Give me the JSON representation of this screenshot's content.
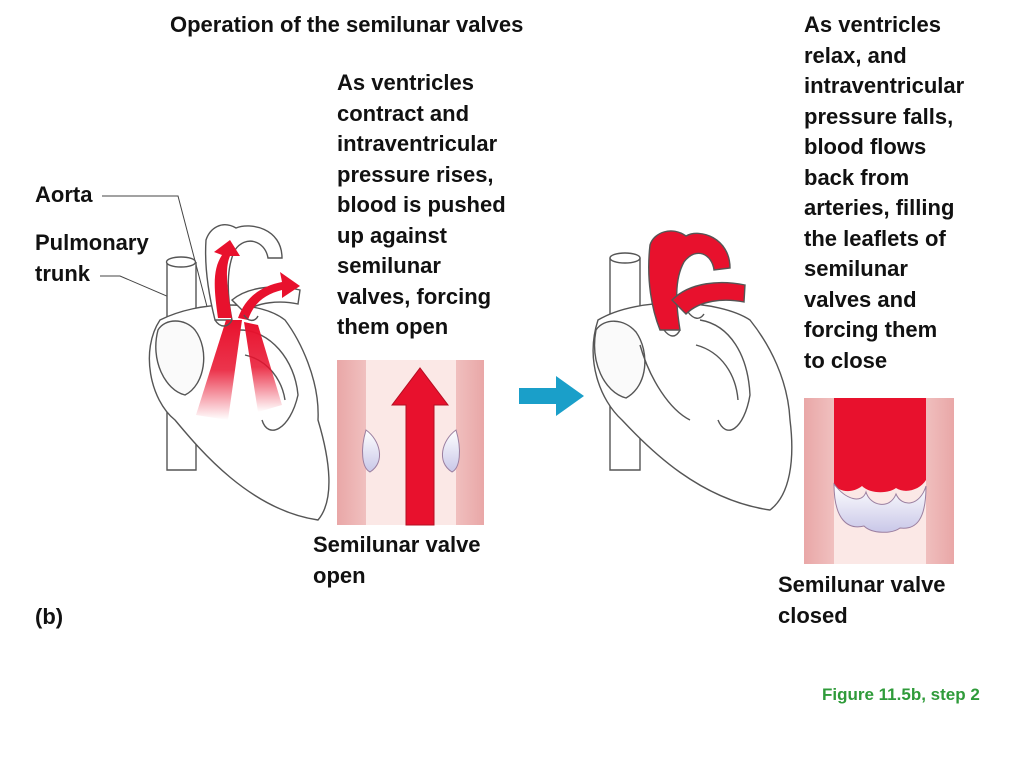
{
  "title": "Operation of the semilunar valves",
  "left_panel": {
    "label_aorta": "Aorta",
    "label_pulmonary": "Pulmonary\ntrunk",
    "description": "As ventricles\ncontract and\nintraventricular\npressure rises,\nblood is pushed\nup against\nsemilunar\nvalves, forcing\nthem open",
    "caption": "Semilunar valve\nopen"
  },
  "right_panel": {
    "description": "As ventricles\nrelax, and\nintraventricular\npressure falls,\nblood flows\nback from\narteries, filling\nthe leaflets of\nsemilunar\nvalves and\nforcing them\nto close",
    "caption": "Semilunar valve\nclosed"
  },
  "panel_letter": "(b)",
  "figure_ref": "Figure 11.5b, step 2",
  "colors": {
    "blood_red": "#e8112d",
    "vessel_pink": "#f2c8c8",
    "arrow_cyan": "#1a9fc9",
    "figure_ref_green": "#2f9b3a",
    "outline": "#555555"
  },
  "icons": {
    "transition_arrow": "right-arrow-icon",
    "flow_arrow": "up-arrow-icon"
  }
}
